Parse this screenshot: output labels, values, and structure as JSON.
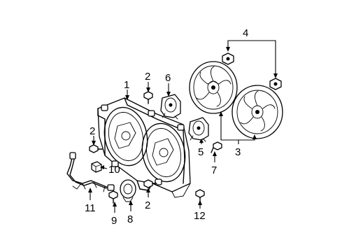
{
  "callouts": {
    "c1": "1",
    "c2a": "2",
    "c2b": "2",
    "c2c": "2",
    "c3": "3",
    "c4": "4",
    "c5": "5",
    "c6": "6",
    "c7": "7",
    "c8": "8",
    "c9": "9",
    "c10": "10",
    "c11": "11",
    "c12": "12"
  }
}
